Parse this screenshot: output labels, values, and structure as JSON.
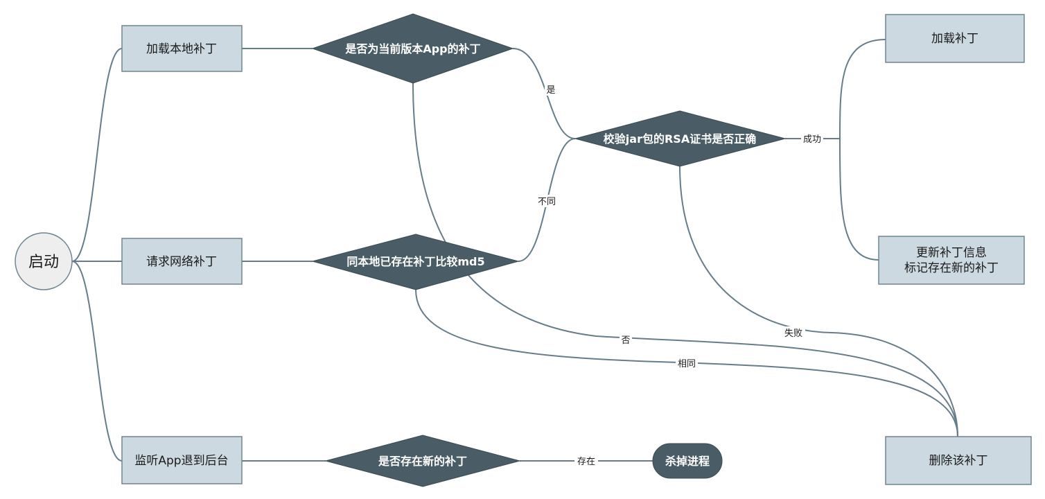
{
  "nodes": {
    "start": "启动",
    "load_local": "加载本地补丁",
    "request_net": "请求网络补丁",
    "listen_bg": "监听App退到后台",
    "is_current": "是否为当前版本App的补丁",
    "compare_md5": "同本地已存在补丁比较md5",
    "has_new": "是否存在新的补丁",
    "verify_rsa": "校验jar包的RSA证书是否正确",
    "kill": "杀掉进程",
    "load_patch": "加载补丁",
    "update_info_1": "更新补丁信息",
    "update_info_2": "标记存在新的补丁",
    "delete_patch": "删除该补丁"
  },
  "edges": {
    "yes": "是",
    "no": "否",
    "different": "不同",
    "same": "相同",
    "success": "成功",
    "fail": "失败",
    "exists": "存在"
  }
}
